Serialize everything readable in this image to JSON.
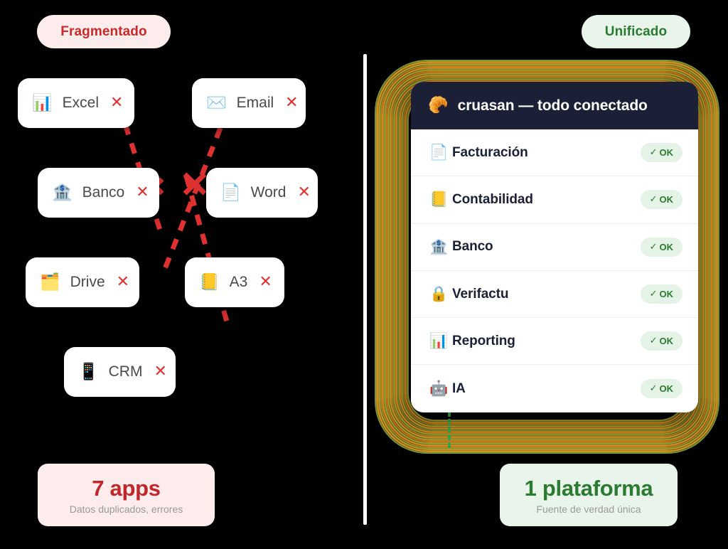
{
  "labels": {
    "fragmented_pill": "Fragmentado",
    "unified_pill": "Unificado"
  },
  "colors": {
    "fragmented_bg": "#FDECEC",
    "fragmented_text": "#C92A2A",
    "unified_bg": "#E9F4EA",
    "unified_text": "#2B7A31",
    "panel_header_bg": "#1B2036",
    "badge_bg": "#E4F3E5",
    "badge_text": "#2B7A31",
    "dashed_line": "#E03131",
    "glow_gold": "#C9A227",
    "glow_orange": "#F08C1E",
    "glow_olive": "#93A83C",
    "canvas_bg": "#000000"
  },
  "left_panel": {
    "apps": [
      {
        "emoji": "📊",
        "icon_name": "bar-chart-icon",
        "label": "Excel",
        "remove": "✕"
      },
      {
        "emoji": "✉️",
        "icon_name": "envelope-icon",
        "label": "Email",
        "remove": "✕"
      },
      {
        "emoji": "🏦",
        "icon_name": "bank-icon",
        "label": "Banco",
        "remove": "✕"
      },
      {
        "emoji": "📄",
        "icon_name": "page-document-icon",
        "label": "Word",
        "remove": "✕"
      },
      {
        "emoji": "🗂️",
        "icon_name": "card-index-dividers-icon",
        "label": "Drive",
        "remove": "✕"
      },
      {
        "emoji": "📒",
        "icon_name": "notebook-icon",
        "label": "A3",
        "remove": "✕"
      },
      {
        "emoji": "📱",
        "icon_name": "mobile-phone-icon",
        "label": "CRM",
        "remove": "✕"
      }
    ],
    "summary": {
      "headline": "7 apps",
      "subtext": "Datos duplicados, errores"
    }
  },
  "right_panel": {
    "header": {
      "emoji": "🥐",
      "icon_name": "croissant-icon",
      "title": "cruasan — todo conectado"
    },
    "rows": [
      {
        "emoji": "📄",
        "icon_name": "page-document-icon",
        "label": "Facturación",
        "status": "OK",
        "check": "✓"
      },
      {
        "emoji": "📒",
        "icon_name": "notebook-icon",
        "label": "Contabilidad",
        "status": "OK",
        "check": "✓"
      },
      {
        "emoji": "🏦",
        "icon_name": "bank-icon",
        "label": "Banco",
        "status": "OK",
        "check": "✓"
      },
      {
        "emoji": "🔒",
        "icon_name": "lock-icon",
        "label": "Verifactu",
        "status": "OK",
        "check": "✓"
      },
      {
        "emoji": "📊",
        "icon_name": "bar-chart-icon",
        "label": "Reporting",
        "status": "OK",
        "check": "✓"
      },
      {
        "emoji": "🤖",
        "icon_name": "robot-icon",
        "label": "IA",
        "status": "OK",
        "check": "✓"
      }
    ],
    "summary": {
      "headline": "1 plataforma",
      "subtext": "Fuente de verdad única"
    }
  }
}
